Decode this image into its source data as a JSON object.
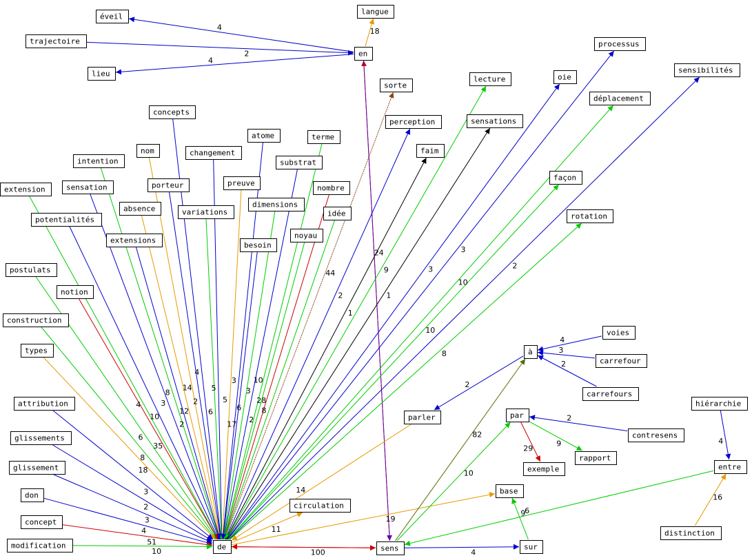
{
  "colors": {
    "blue": "#0000cc",
    "green": "#00cc00",
    "orange": "#e69900",
    "red": "#cc0000",
    "black": "#000000",
    "brown": "#8b4513",
    "purple": "#6600aa",
    "olive": "#556b00"
  },
  "nodes": [
    {
      "id": "eveil",
      "label": "éveil"
    },
    {
      "id": "langue",
      "label": "langue"
    },
    {
      "id": "trajectoire",
      "label": "trajectoire"
    },
    {
      "id": "en",
      "label": "en"
    },
    {
      "id": "lieu",
      "label": "lieu"
    },
    {
      "id": "processus",
      "label": "processus"
    },
    {
      "id": "lecture",
      "label": "lecture"
    },
    {
      "id": "oie",
      "label": "oie"
    },
    {
      "id": "sensibilites",
      "label": "sensibilités"
    },
    {
      "id": "sorte",
      "label": "sorte"
    },
    {
      "id": "deplacement",
      "label": "déplacement"
    },
    {
      "id": "concepts",
      "label": "concepts"
    },
    {
      "id": "perception",
      "label": "perception"
    },
    {
      "id": "sensations",
      "label": "sensations"
    },
    {
      "id": "atome",
      "label": "atome"
    },
    {
      "id": "terme",
      "label": "terme"
    },
    {
      "id": "nom",
      "label": "nom"
    },
    {
      "id": "changement",
      "label": "changement"
    },
    {
      "id": "faim",
      "label": "faim"
    },
    {
      "id": "intention",
      "label": "intention"
    },
    {
      "id": "substrat",
      "label": "substrat"
    },
    {
      "id": "facon",
      "label": "façon"
    },
    {
      "id": "preuve",
      "label": "preuve"
    },
    {
      "id": "nombre",
      "label": "nombre"
    },
    {
      "id": "extension",
      "label": "extension"
    },
    {
      "id": "sensation",
      "label": "sensation"
    },
    {
      "id": "porteur",
      "label": "porteur"
    },
    {
      "id": "dimensions",
      "label": "dimensions"
    },
    {
      "id": "absence",
      "label": "absence"
    },
    {
      "id": "variations",
      "label": "variations"
    },
    {
      "id": "idee",
      "label": "idée"
    },
    {
      "id": "rotation",
      "label": "rotation"
    },
    {
      "id": "potentialites",
      "label": "potentialités"
    },
    {
      "id": "noyau",
      "label": "noyau"
    },
    {
      "id": "extensions",
      "label": "extensions"
    },
    {
      "id": "besoin",
      "label": "besoin"
    },
    {
      "id": "postulats",
      "label": "postulats"
    },
    {
      "id": "notion",
      "label": "notion"
    },
    {
      "id": "construction",
      "label": "construction"
    },
    {
      "id": "voies",
      "label": "voies"
    },
    {
      "id": "types",
      "label": "types"
    },
    {
      "id": "a",
      "label": "à"
    },
    {
      "id": "carrefour",
      "label": "carrefour"
    },
    {
      "id": "carrefours",
      "label": "carrefours"
    },
    {
      "id": "attribution",
      "label": "attribution"
    },
    {
      "id": "hierarchie",
      "label": "hiérarchie"
    },
    {
      "id": "parler",
      "label": "parler"
    },
    {
      "id": "par",
      "label": "par"
    },
    {
      "id": "glissements",
      "label": "glissements"
    },
    {
      "id": "contresens",
      "label": "contresens"
    },
    {
      "id": "rapport",
      "label": "rapport"
    },
    {
      "id": "glissement",
      "label": "glissement"
    },
    {
      "id": "entre",
      "label": "entre"
    },
    {
      "id": "exemple",
      "label": "exemple"
    },
    {
      "id": "base",
      "label": "base"
    },
    {
      "id": "don",
      "label": "don"
    },
    {
      "id": "circulation",
      "label": "circulation"
    },
    {
      "id": "concept",
      "label": "concept"
    },
    {
      "id": "distinction",
      "label": "distinction"
    },
    {
      "id": "modification",
      "label": "modification"
    },
    {
      "id": "de",
      "label": "de"
    },
    {
      "id": "sens",
      "label": "sens"
    },
    {
      "id": "sur",
      "label": "sur"
    }
  ],
  "edges": [
    {
      "from": "en",
      "to": "eveil",
      "color": "blue",
      "label": "4"
    },
    {
      "from": "en",
      "to": "langue",
      "color": "orange",
      "label": "18"
    },
    {
      "from": "trajectoire",
      "to": "en",
      "color": "blue",
      "label": "2"
    },
    {
      "from": "en",
      "to": "lieu",
      "color": "blue",
      "label": "4"
    },
    {
      "from": "sens",
      "to": "en",
      "color": "red",
      "label": "24"
    },
    {
      "from": "en",
      "to": "sens",
      "color": "purple",
      "label": ""
    },
    {
      "from": "de",
      "to": "sorte",
      "color": "brown",
      "label": "44"
    },
    {
      "from": "de",
      "to": "perception",
      "color": "blue",
      "label": "2"
    },
    {
      "from": "de",
      "to": "faim",
      "color": "black",
      "label": "1"
    },
    {
      "from": "de",
      "to": "lecture",
      "color": "green",
      "label": "9"
    },
    {
      "from": "de",
      "to": "sensations",
      "color": "black",
      "label": "1"
    },
    {
      "from": "de",
      "to": "oie",
      "color": "blue",
      "label": "3"
    },
    {
      "from": "de",
      "to": "processus",
      "color": "blue",
      "label": "3"
    },
    {
      "from": "de",
      "to": "deplacement",
      "color": "green",
      "label": "10"
    },
    {
      "from": "de",
      "to": "sensibilites",
      "color": "blue",
      "label": "2"
    },
    {
      "from": "de",
      "to": "facon",
      "color": "green",
      "label": "10"
    },
    {
      "from": "de",
      "to": "rotation",
      "color": "green",
      "label": "8"
    },
    {
      "from": "concepts",
      "to": "de",
      "color": "blue",
      "label": "4"
    },
    {
      "from": "atome",
      "to": "de",
      "color": "blue",
      "label": "3"
    },
    {
      "from": "terme",
      "to": "de",
      "color": "green",
      "label": "10"
    },
    {
      "from": "nom",
      "to": "de",
      "color": "orange",
      "label": "14"
    },
    {
      "from": "changement",
      "to": "de",
      "color": "blue",
      "label": "5"
    },
    {
      "from": "intention",
      "to": "de",
      "color": "green",
      "label": "8"
    },
    {
      "from": "substrat",
      "to": "de",
      "color": "blue",
      "label": "3"
    },
    {
      "from": "preuve",
      "to": "de",
      "color": "orange",
      "label": "5"
    },
    {
      "from": "nombre",
      "to": "de",
      "color": "red",
      "label": "28"
    },
    {
      "from": "extension",
      "to": "de",
      "color": "green",
      "label": "4"
    },
    {
      "from": "sensation",
      "to": "de",
      "color": "blue",
      "label": "3"
    },
    {
      "from": "porteur",
      "to": "de",
      "color": "blue",
      "label": "2"
    },
    {
      "from": "dimensions",
      "to": "de",
      "color": "green",
      "label": "6"
    },
    {
      "from": "absence",
      "to": "de",
      "color": "orange",
      "label": "12"
    },
    {
      "from": "variations",
      "to": "de",
      "color": "green",
      "label": "6"
    },
    {
      "from": "idee",
      "to": "de",
      "color": "green",
      "label": "8"
    },
    {
      "from": "potentialites",
      "to": "de",
      "color": "blue",
      "label": "10"
    },
    {
      "from": "noyau",
      "to": "de",
      "color": "green",
      "label": "2"
    },
    {
      "from": "extensions",
      "to": "de",
      "color": "blue",
      "label": "2"
    },
    {
      "from": "besoin",
      "to": "de",
      "color": "blue",
      "label": "17"
    },
    {
      "from": "postulats",
      "to": "de",
      "color": "green",
      "label": "6"
    },
    {
      "from": "notion",
      "to": "de",
      "color": "red",
      "label": "35"
    },
    {
      "from": "construction",
      "to": "de",
      "color": "green",
      "label": "8"
    },
    {
      "from": "types",
      "to": "de",
      "color": "orange",
      "label": "18"
    },
    {
      "from": "attribution",
      "to": "de",
      "color": "blue",
      "label": "3"
    },
    {
      "from": "glissements",
      "to": "de",
      "color": "blue",
      "label": "2"
    },
    {
      "from": "glissement",
      "to": "de",
      "color": "blue",
      "label": "3"
    },
    {
      "from": "don",
      "to": "de",
      "color": "blue",
      "label": "4"
    },
    {
      "from": "concept",
      "to": "de",
      "color": "red",
      "label": "51"
    },
    {
      "from": "modification",
      "to": "de",
      "color": "green",
      "label": "10"
    },
    {
      "from": "de",
      "to": "circulation",
      "color": "orange",
      "label": "11"
    },
    {
      "from": "parler",
      "to": "de",
      "color": "orange",
      "label": "14"
    },
    {
      "from": "de",
      "to": "base",
      "color": "orange",
      "label": "19"
    },
    {
      "from": "de",
      "to": "sens",
      "color": "red",
      "label": "100"
    },
    {
      "from": "sens",
      "to": "de",
      "color": "red",
      "label": ""
    },
    {
      "from": "sens",
      "to": "sur",
      "color": "blue",
      "label": "4"
    },
    {
      "from": "sur",
      "to": "base",
      "color": "green",
      "label": "9"
    },
    {
      "from": "entre",
      "to": "sens",
      "color": "green",
      "label": "6"
    },
    {
      "from": "sens",
      "to": "par",
      "color": "green",
      "label": "10"
    },
    {
      "from": "sens",
      "to": "a",
      "color": "olive",
      "label": "82"
    },
    {
      "from": "voies",
      "to": "a",
      "color": "blue",
      "label": "4"
    },
    {
      "from": "carrefour",
      "to": "a",
      "color": "blue",
      "label": "3"
    },
    {
      "from": "carrefours",
      "to": "a",
      "color": "blue",
      "label": "2"
    },
    {
      "from": "a",
      "to": "parler",
      "color": "blue",
      "label": "2"
    },
    {
      "from": "par",
      "to": "exemple",
      "color": "red",
      "label": "29"
    },
    {
      "from": "par",
      "to": "rapport",
      "color": "green",
      "label": "9"
    },
    {
      "from": "contresens",
      "to": "par",
      "color": "blue",
      "label": "2"
    },
    {
      "from": "hierarchie",
      "to": "entre",
      "color": "blue",
      "label": "4"
    },
    {
      "from": "distinction",
      "to": "entre",
      "color": "orange",
      "label": "16"
    }
  ]
}
